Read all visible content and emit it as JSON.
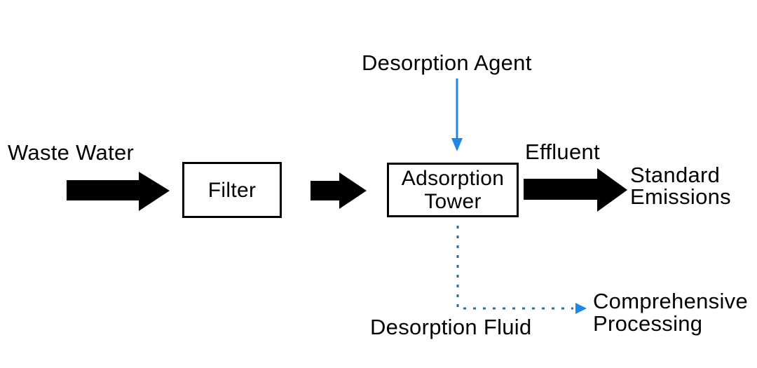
{
  "canvas": {
    "background": "#ffffff"
  },
  "colors": {
    "text": "#000000",
    "arrow_black": "#000000",
    "flow_blue": "#1e88e5",
    "dotted_blue": "#2c6e8f",
    "box_border": "#000000"
  },
  "diagram": {
    "inputs": {
      "waste_water": "Waste Water",
      "desorption_agent": "Desorption Agent"
    },
    "nodes": {
      "filter": "Filter",
      "adsorption_tower": "Adsorption\nTower"
    },
    "outputs": {
      "effluent": "Effluent",
      "standard_emissions": "Standard\nEmissions",
      "desorption_fluid": "Desorption Fluid",
      "comprehensive_processing": "Comprehensive\nProcessing"
    }
  }
}
